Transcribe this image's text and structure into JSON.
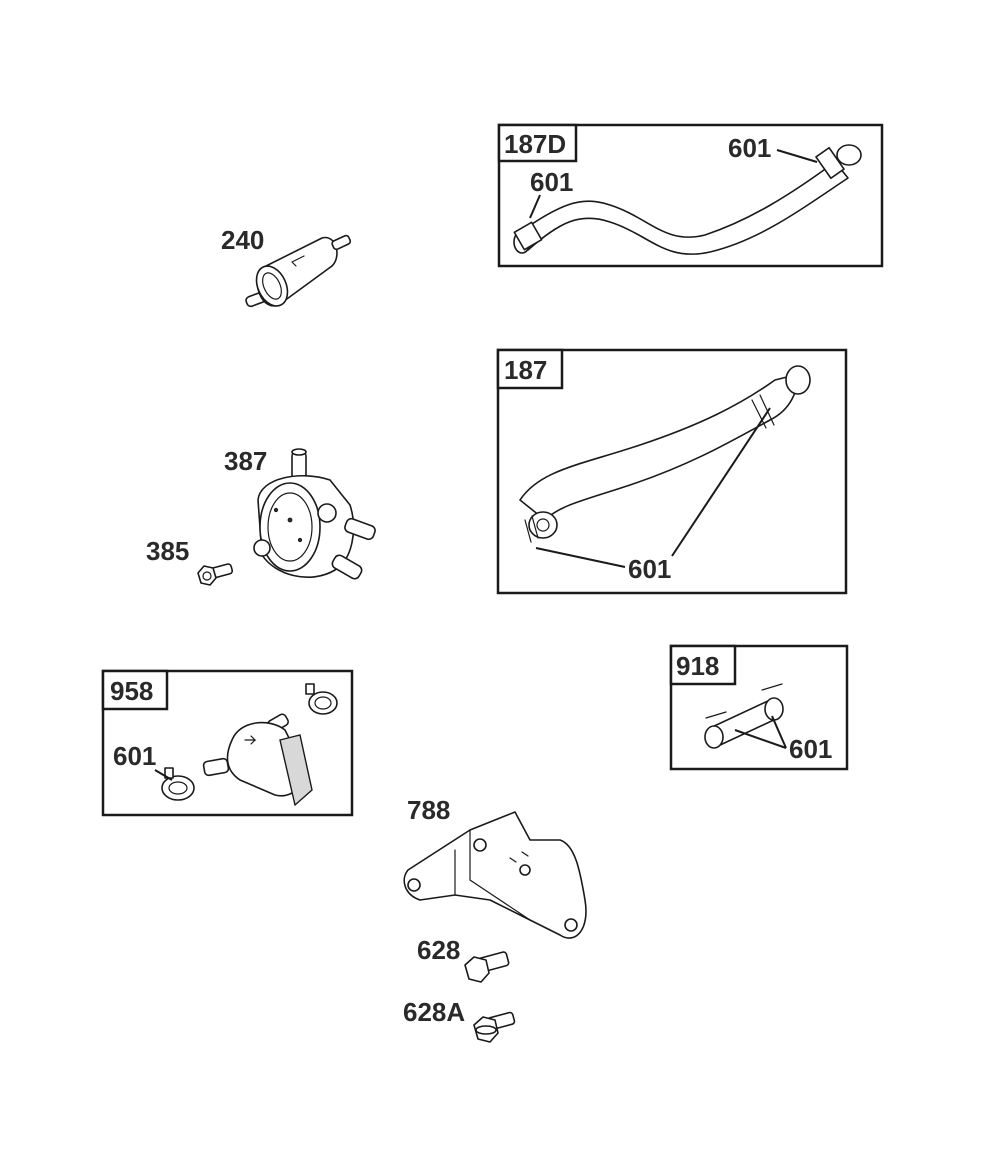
{
  "labels": {
    "box_187d": "187D",
    "box_187d_601_top": "601",
    "box_187d_601_left": "601",
    "part_240": "240",
    "box_187": "187",
    "box_187_601": "601",
    "part_387": "387",
    "part_385": "385",
    "box_958": "958",
    "box_958_601": "601",
    "box_918": "918",
    "box_918_601": "601",
    "part_788": "788",
    "part_628": "628",
    "part_628a": "628A"
  }
}
